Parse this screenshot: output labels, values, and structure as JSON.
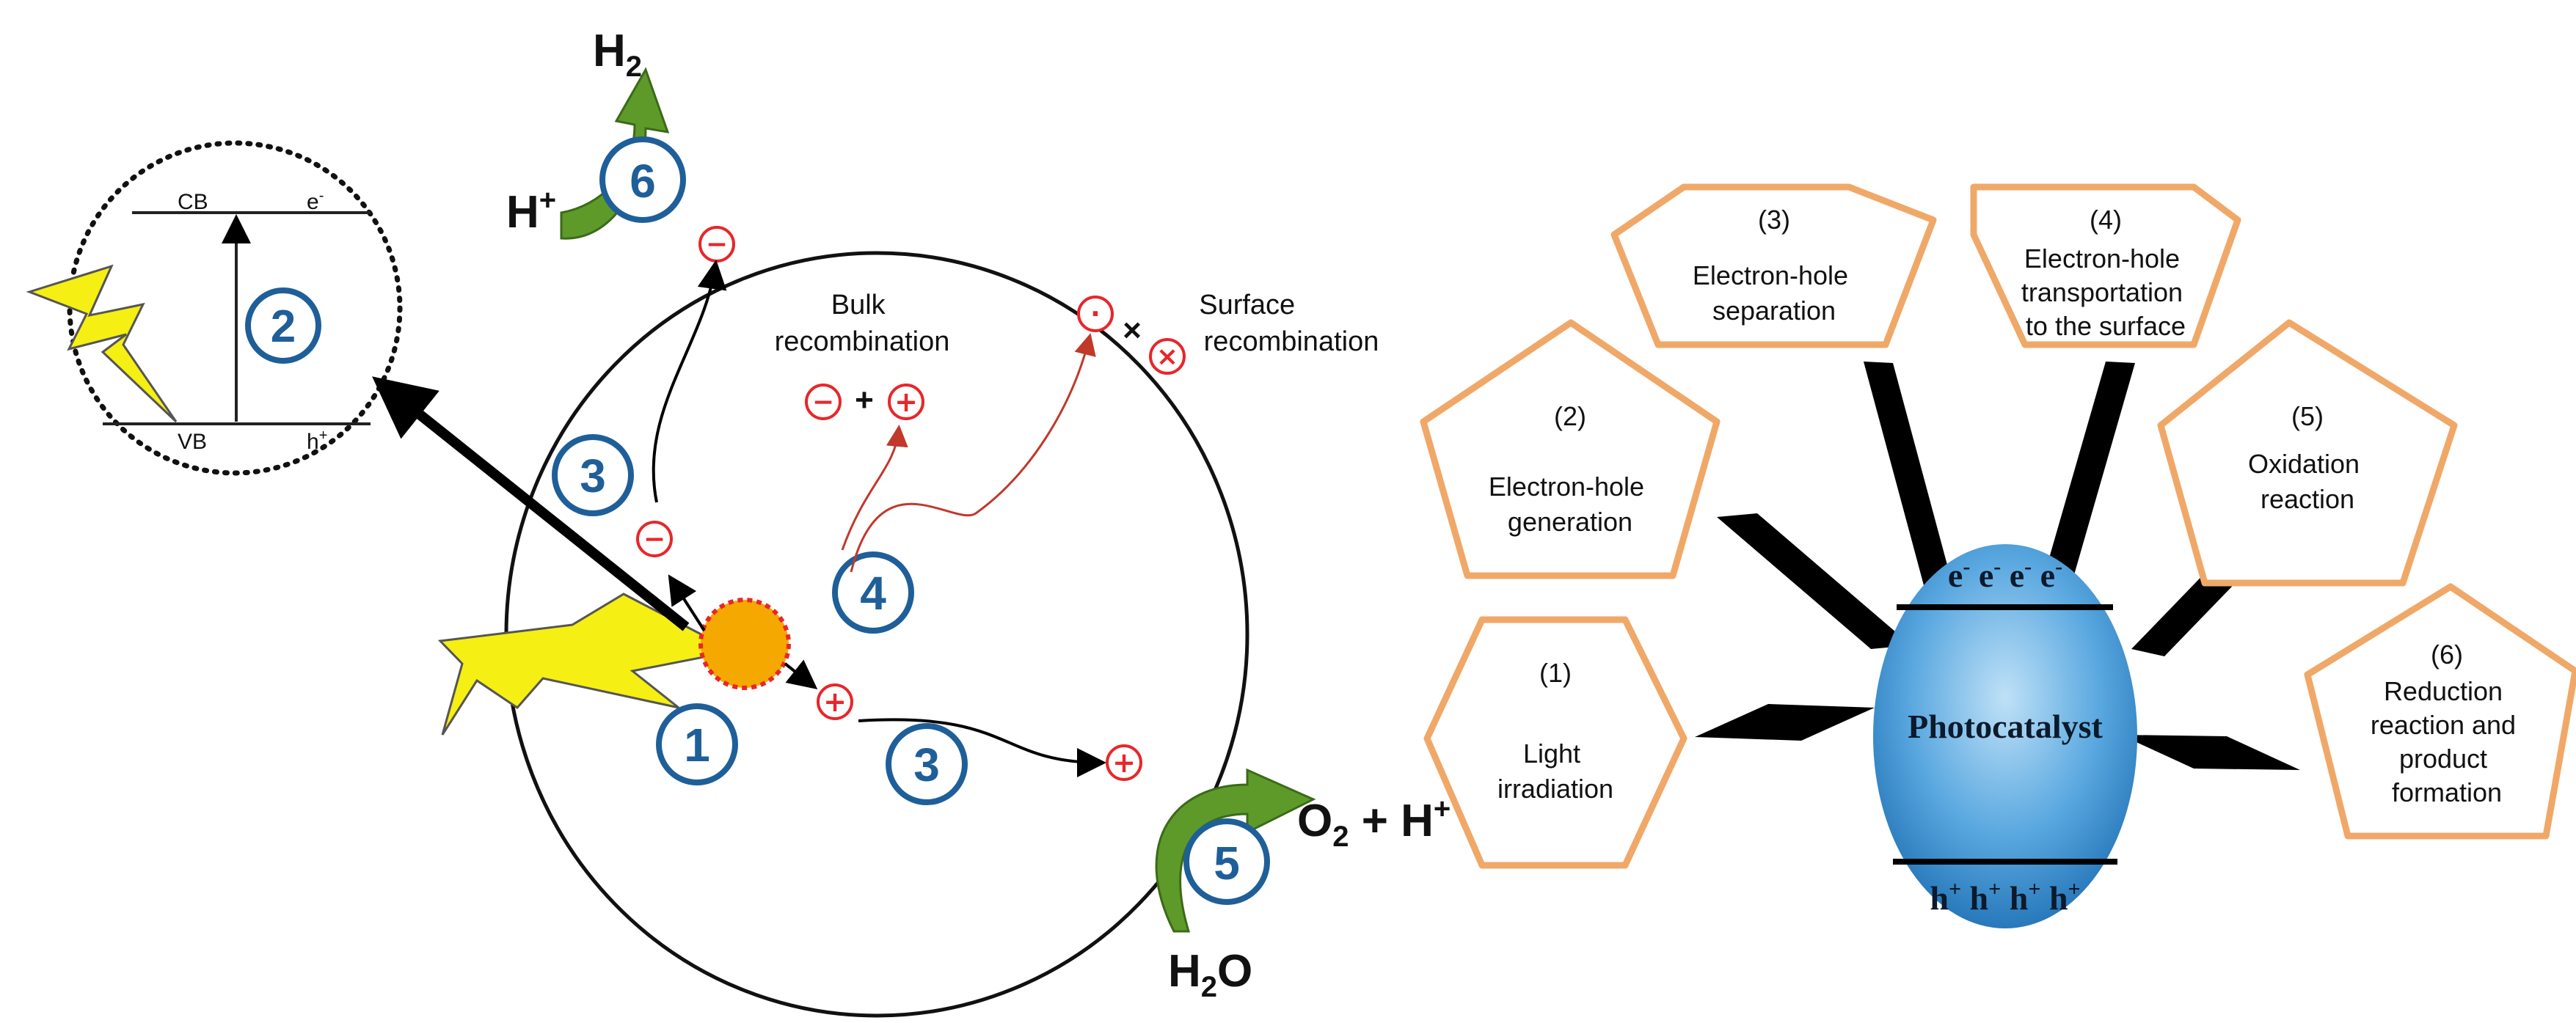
{
  "left_panel": {
    "band": {
      "cb": "CB",
      "vb": "VB",
      "e": "e",
      "e_sup": "-",
      "h": "h",
      "h_sup": "+"
    },
    "steps": {
      "irradiation": "1",
      "generation": "2",
      "separation_up": "3",
      "separation_down": "3",
      "transport": "4",
      "oxidation": "5",
      "reduction": "6"
    },
    "bulk_recombination": [
      "Bulk",
      "recombination"
    ],
    "surface_recombination": [
      "Surface",
      "recombination"
    ],
    "plus_sign": "+",
    "cross_sign": "×",
    "charges": {
      "minus": "−",
      "plus": "+",
      "dot": "·"
    },
    "species": {
      "h2": "H",
      "h2_sub": "2",
      "h_plus_top": "H",
      "h_plus_top_sup": "+",
      "o2": "O",
      "o2_sub": "2",
      "o2_join": " + H",
      "o2_sup": "+",
      "h2o": "H",
      "h2o_sub": "2",
      "h2o_tail": "O"
    },
    "colors": {
      "steps": "#1f5f99",
      "charges": "#e8262a",
      "lightning": "#f5ef13",
      "photon": "#f5a800",
      "arrow_green": "#5e9a2a"
    }
  },
  "right_panel": {
    "photocatalyst": {
      "label": "Photocatalyst",
      "top_row": [
        "e",
        "e",
        "e",
        "e"
      ],
      "top_sup": "-",
      "bottom_row": [
        "h",
        "h",
        "h",
        "h"
      ],
      "bottom_sup": "+",
      "fill": "#4a9bd8"
    },
    "steps": [
      {
        "num": "(1)",
        "lines": [
          "Light",
          "irradiation"
        ]
      },
      {
        "num": "(2)",
        "lines": [
          "Electron-hole",
          "generation"
        ]
      },
      {
        "num": "(3)",
        "lines": [
          "Electron-hole",
          "separation"
        ]
      },
      {
        "num": "(4)",
        "lines": [
          "Electron-hole",
          "transportation",
          "to the surface"
        ]
      },
      {
        "num": "(5)",
        "lines": [
          "Oxidation",
          "reaction"
        ]
      },
      {
        "num": "(6)",
        "lines": [
          "Reduction",
          "reaction and",
          "product",
          "formation"
        ]
      }
    ],
    "colors": {
      "border": "#f0a868",
      "arrow": "#000000"
    }
  }
}
